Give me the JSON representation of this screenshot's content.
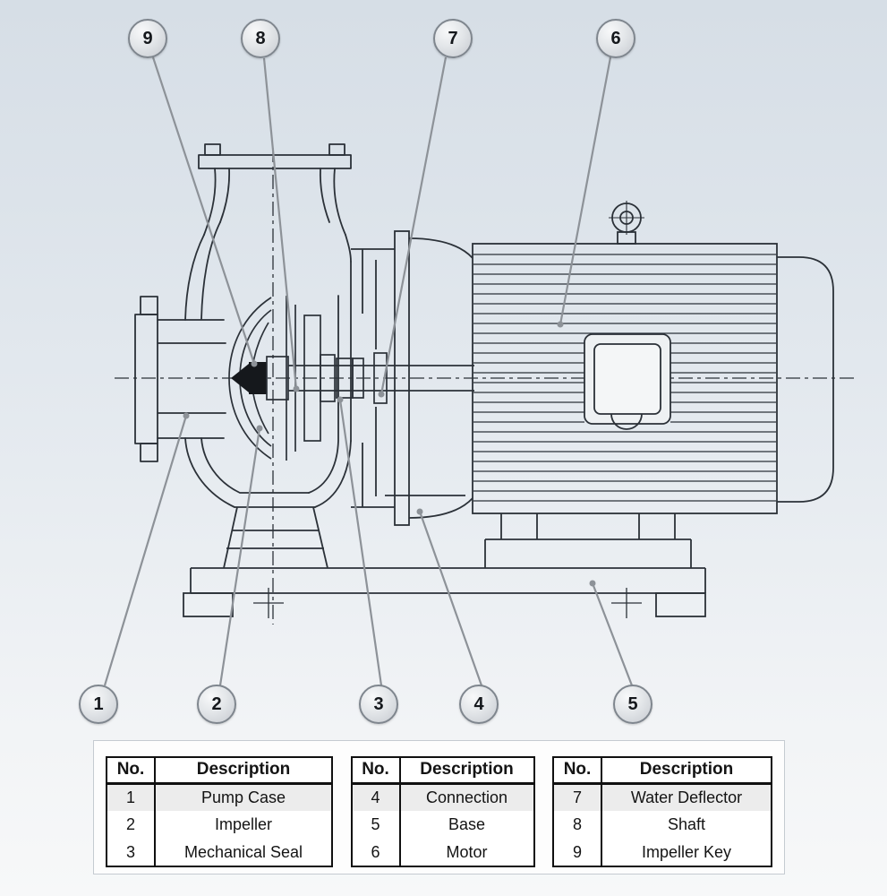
{
  "callouts": [
    {
      "label": "9"
    },
    {
      "label": "8"
    },
    {
      "label": "7"
    },
    {
      "label": "6"
    },
    {
      "label": "1"
    },
    {
      "label": "2"
    },
    {
      "label": "3"
    },
    {
      "label": "4"
    },
    {
      "label": "5"
    }
  ],
  "tables": [
    {
      "headers": {
        "no": "No.",
        "description": "Description"
      },
      "rows": [
        {
          "no": "1",
          "description": "Pump Case"
        },
        {
          "no": "2",
          "description": "Impeller"
        },
        {
          "no": "3",
          "description": "Mechanical Seal"
        }
      ]
    },
    {
      "headers": {
        "no": "No.",
        "description": "Description"
      },
      "rows": [
        {
          "no": "4",
          "description": "Connection"
        },
        {
          "no": "5",
          "description": "Base"
        },
        {
          "no": "6",
          "description": "Motor"
        }
      ]
    },
    {
      "headers": {
        "no": "No.",
        "description": "Description"
      },
      "rows": [
        {
          "no": "7",
          "description": "Water Deflector"
        },
        {
          "no": "8",
          "description": "Shaft"
        },
        {
          "no": "9",
          "description": "Impeller Key"
        }
      ]
    }
  ],
  "colors": {
    "background_top": "#d6dee6",
    "background_bottom": "#f7f8f9",
    "drawing_line": "#2b3138",
    "leader_line": "#8d9298",
    "callout_fill": "#e3e6e9",
    "callout_border": "#7f868e",
    "table_border": "#101010"
  }
}
